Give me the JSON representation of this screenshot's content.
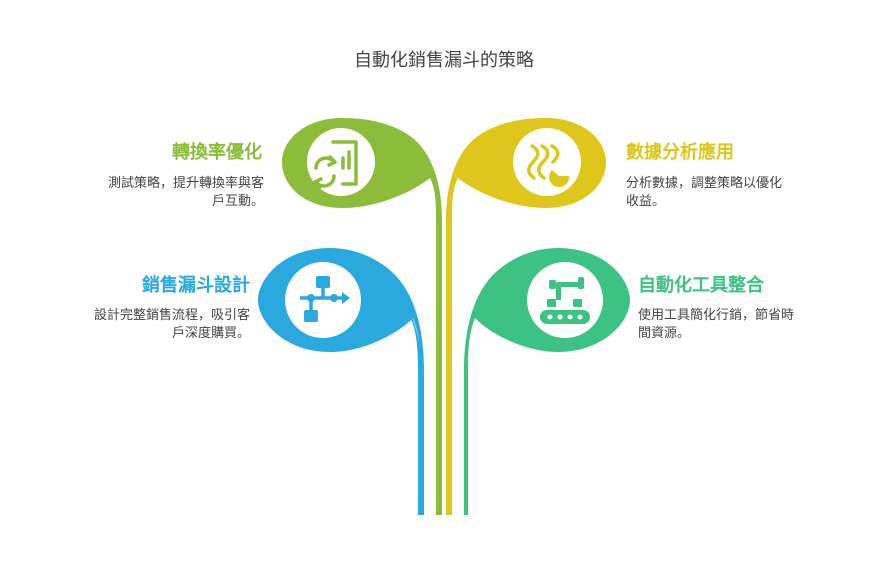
{
  "title": "自動化銷售漏斗的策略",
  "colors": {
    "green": "#8cbd3a",
    "yellow": "#dfc61c",
    "blue": "#29a9dd",
    "teal": "#3cc282"
  },
  "items": [
    {
      "id": "conversion",
      "title": "轉換率優化",
      "desc_line1": "測試策略，提升轉換率與客",
      "desc_line2": "戶互動。",
      "color": "#8cbd3a",
      "icon": "refresh-chart-icon"
    },
    {
      "id": "data",
      "title": "數據分析應用",
      "desc_line1": "分析數據，調整策略以優化",
      "desc_line2": "收益。",
      "color": "#dfc61c",
      "icon": "data-pie-icon"
    },
    {
      "id": "funnel",
      "title": "銷售漏斗設計",
      "desc_line1": "設計完整銷售流程，吸引客",
      "desc_line2": "戶深度購買。",
      "color": "#29a9dd",
      "icon": "flowchart-icon"
    },
    {
      "id": "automation",
      "title": "自動化工具整合",
      "desc_line1": "使用工具簡化行銷，節省時",
      "desc_line2": "間資源。",
      "color": "#3cc282",
      "icon": "robot-arm-icon"
    }
  ]
}
